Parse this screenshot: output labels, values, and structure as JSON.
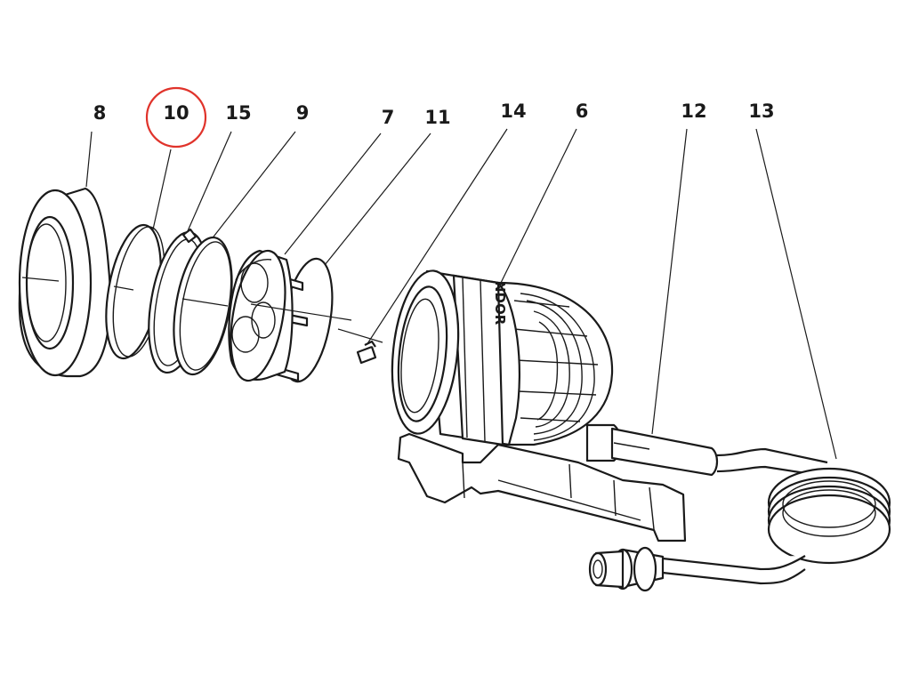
{
  "diagram": {
    "callouts": [
      {
        "id": "c8",
        "label": "8"
      },
      {
        "id": "c10",
        "label": "10",
        "highlighted": true
      },
      {
        "id": "c15",
        "label": "15"
      },
      {
        "id": "c9",
        "label": "9"
      },
      {
        "id": "c7",
        "label": "7"
      },
      {
        "id": "c11",
        "label": "11"
      },
      {
        "id": "c14",
        "label": "14"
      },
      {
        "id": "c6",
        "label": "6"
      },
      {
        "id": "c12",
        "label": "12"
      },
      {
        "id": "c13",
        "label": "13"
      }
    ],
    "brand_text": "NDOR",
    "highlight_color": "#e0332b",
    "line_color": "#1a1a1a"
  }
}
